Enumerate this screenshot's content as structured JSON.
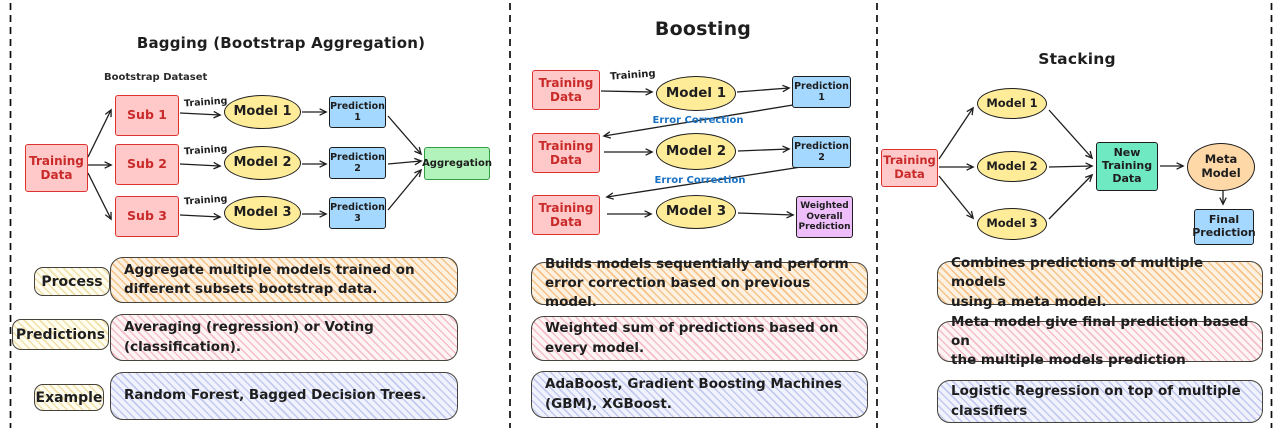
{
  "colors": {
    "node_border": "#1e1e1e",
    "red_accent": "#e03131",
    "pink_fill": "#ffc9c9",
    "yellow_fill": "#ffec99",
    "blue_fill": "#a5d8ff",
    "green_fill": "#b2f2bb",
    "purple_fill": "#eebefa",
    "teal_fill": "#6fe9c1",
    "orange_fill": "#ffd8a8",
    "error_correction_blue": "#1971c2"
  },
  "panels": [
    {
      "title": "Bagging (Bootstrap Aggregation)",
      "annotation": "Bootstrap Dataset",
      "nodes": {
        "training_data": "Training\nData",
        "sub_1": "Sub 1",
        "sub_2": "Sub 2",
        "sub_3": "Sub 3",
        "model_1": "Model 1",
        "model_2": "Model 2",
        "model_3": "Model 3",
        "prediction_1": "Prediction\n1",
        "prediction_2": "Prediction\n2",
        "prediction_3": "Prediction\n3",
        "aggregation": "Aggregation"
      },
      "edge_labels": {
        "training_1": "Training",
        "training_2": "Training",
        "training_3": "Training"
      },
      "rows": [
        {
          "label": "Process",
          "text": "Aggregate multiple models trained on\ndifferent subsets bootstrap data."
        },
        {
          "label": "Predictions",
          "text": "Averaging (regression) or Voting\n(classification)."
        },
        {
          "label": "Example",
          "text": "Random Forest, Bagged Decision Trees."
        }
      ]
    },
    {
      "title": "Boosting",
      "nodes": {
        "training_data_1": "Training\nData",
        "training_data_2": "Training\nData",
        "training_data_3": "Training\nData",
        "model_1": "Model 1",
        "model_2": "Model 2",
        "model_3": "Model 3",
        "prediction_1": "Prediction\n1",
        "prediction_2": "Prediction\n2",
        "weighted_overall_prediction": "Weighted\nOverall\nPrediction"
      },
      "edge_labels": {
        "training": "Training",
        "error_correction_1": "Error Correction",
        "error_correction_2": "Error Correction"
      },
      "rows": [
        {
          "text": "Builds models sequentially and perform\nerror correction based on previous model."
        },
        {
          "text": "Weighted sum of predictions based on\nevery model."
        },
        {
          "text": "AdaBoost, Gradient Boosting Machines\n(GBM), XGBoost."
        }
      ]
    },
    {
      "title": "Stacking",
      "nodes": {
        "training_data": "Training\nData",
        "model_1": "Model 1",
        "model_2": "Model 2",
        "model_3": "Model 3",
        "new_training_data": "New\nTraining\nData",
        "meta_model": "Meta\nModel",
        "final_prediction": "Final\nPrediction"
      },
      "rows": [
        {
          "text": "Combines predictions of multiple models\nusing a meta model."
        },
        {
          "text": "Meta model give final prediction based on\nthe multiple models prediction"
        },
        {
          "text": "Logistic Regression on top of multiple\nclassifiers"
        }
      ]
    }
  ]
}
